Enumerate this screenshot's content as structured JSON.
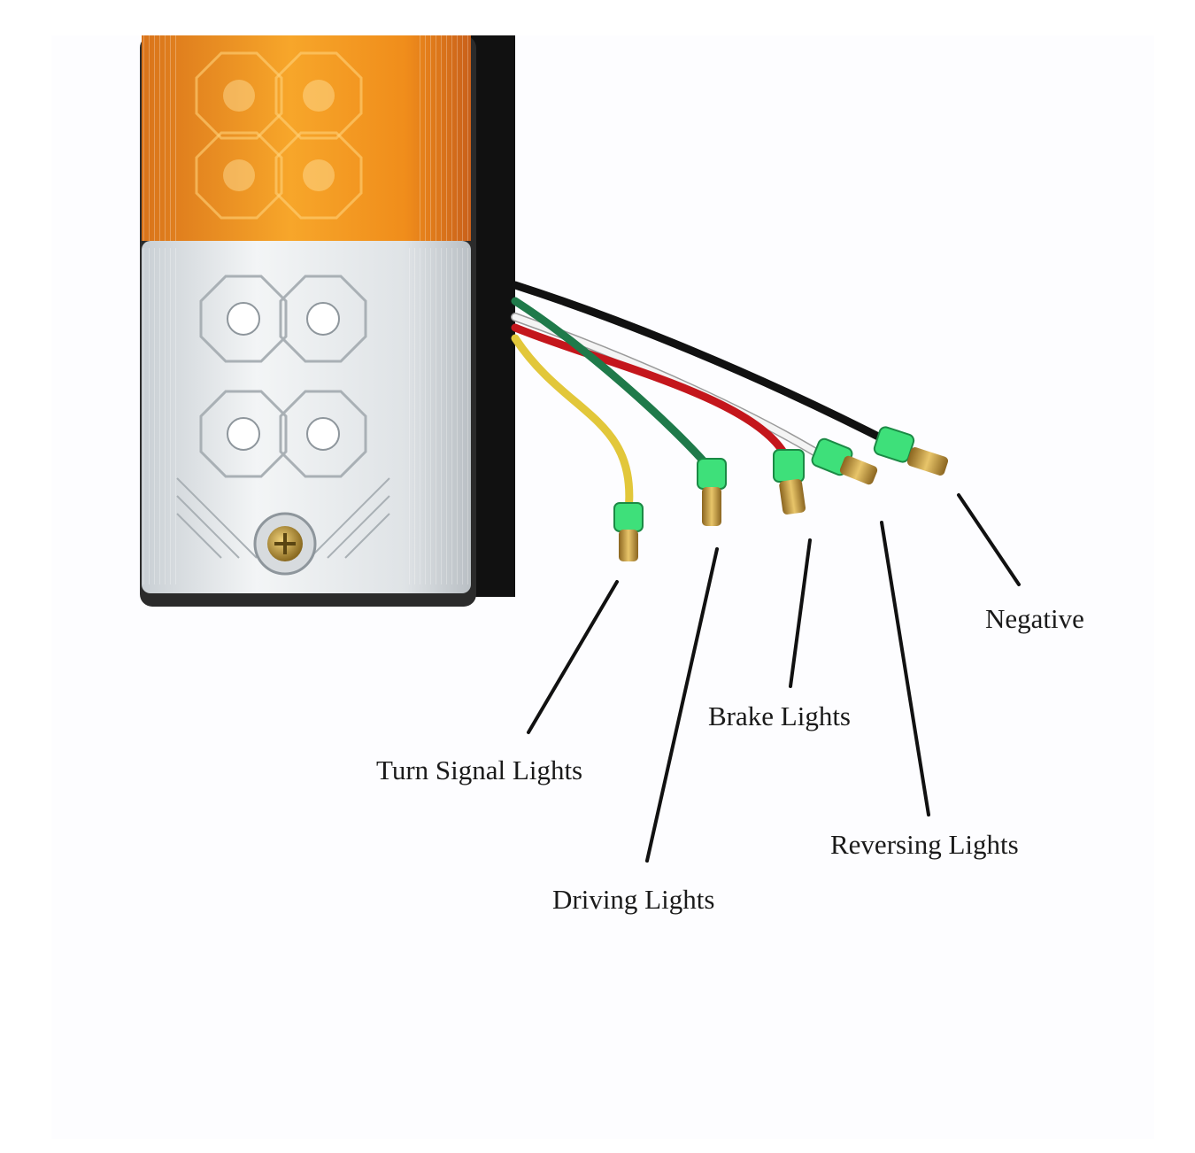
{
  "wire_labels": {
    "turn_signal": "Turn Signal Lights",
    "driving": "Driving Lights",
    "brake": "Brake Lights",
    "reversing": "Reversing Lights",
    "negative": "Negative"
  },
  "wire_colors": {
    "turn_signal": "#e2c73a",
    "driving": "#1f7a4a",
    "brake": "#c4161c",
    "reversing": "#f4f4f4",
    "negative": "#111111"
  },
  "lamp_colors": {
    "amber": "#f39a1c",
    "clear": "#e9edf0",
    "housing": "#111111",
    "connector_sleeve": "#3ee07a",
    "brass_pin": "#c99a3b"
  }
}
